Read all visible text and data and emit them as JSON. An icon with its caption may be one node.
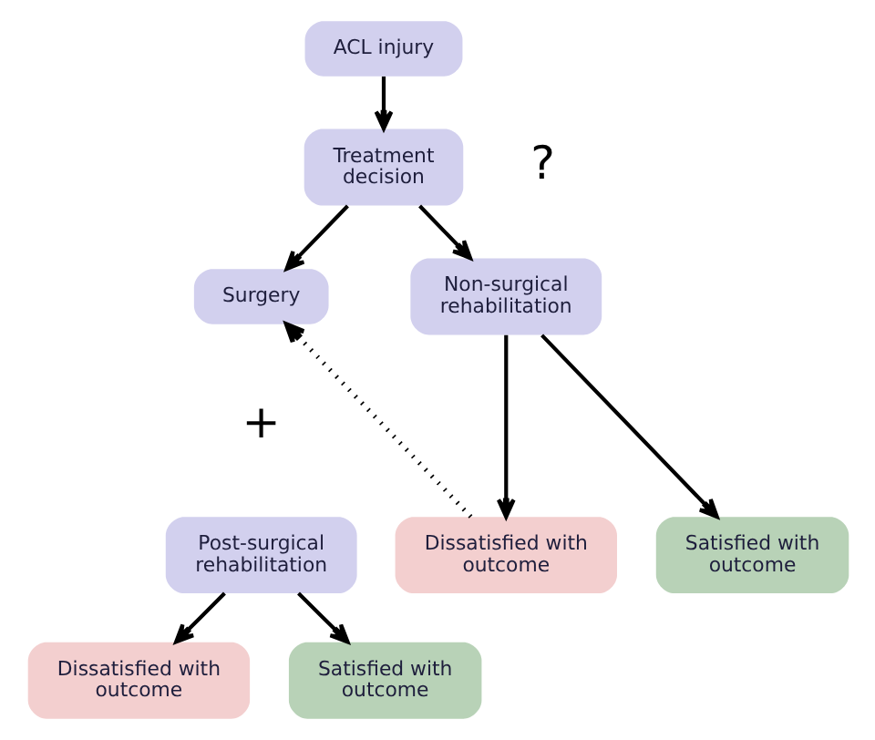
{
  "diagram": {
    "nodes": [
      {
        "text": [
          "ACL injury"
        ]
      },
      {
        "text": [
          "Treatment decision"
        ]
      },
      {
        "text": [
          "Surgery"
        ]
      },
      {
        "text": [
          "Non-surgical rehabilitation"
        ]
      },
      {
        "text": [
          "Post-surgical rehabilitation"
        ]
      },
      {
        "text": [
          "Dissatisfied with outcome"
        ]
      },
      {
        "text": [
          "Satisfied with outcome"
        ]
      },
      {
        "text": [
          "Dissatisfied with outcome"
        ]
      },
      {
        "text": [
          "Satisfied with outcome"
        ]
      }
    ],
    "edges": [
      {
        "from": 0,
        "to": 1,
        "arrow": "to"
      },
      {
        "from": 1,
        "to": 2,
        "arrow": "to"
      },
      {
        "from": 1,
        "to": 3,
        "arrow": "to"
      },
      {
        "from": 4,
        "to": 5,
        "arrow": "to"
      },
      {
        "from": 4,
        "to": 6,
        "arrow": "to"
      },
      {
        "from": 3,
        "to": 7,
        "arrow": "to"
      },
      {
        "from": 3,
        "to": 8,
        "arrow": "to"
      },
      {
        "from": 7,
        "to": 2,
        "arrow": "to",
        "style": "dashed"
      }
    ],
    "labels": [
      "?",
      "+"
    ]
  }
}
